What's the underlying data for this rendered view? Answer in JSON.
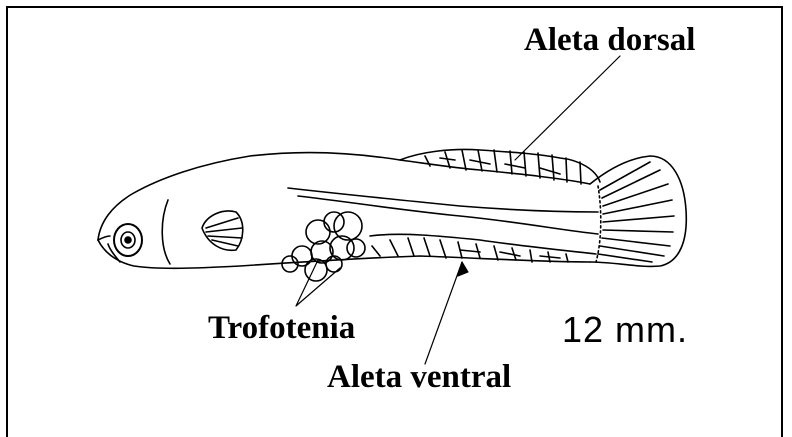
{
  "labels": {
    "dorsal_fin": "Aleta dorsal",
    "trophotaenia": "Trofotenia",
    "ventral_fin": "Aleta ventral",
    "scale": "12 mm."
  }
}
